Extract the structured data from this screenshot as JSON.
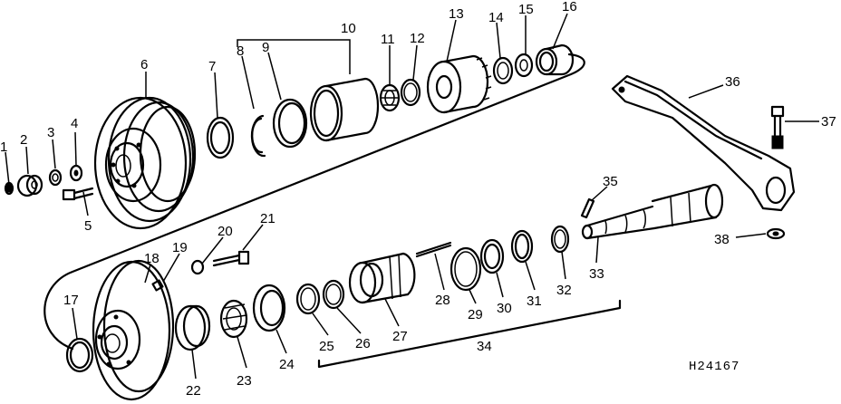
{
  "figure": {
    "reference_code": "H24167",
    "callouts": [
      "1",
      "2",
      "3",
      "4",
      "5",
      "6",
      "7",
      "8",
      "9",
      "10",
      "11",
      "12",
      "13",
      "14",
      "15",
      "16",
      "17",
      "18",
      "19",
      "20",
      "21",
      "22",
      "23",
      "24",
      "25",
      "26",
      "27",
      "28",
      "29",
      "30",
      "31",
      "32",
      "33",
      "34",
      "35",
      "36",
      "37",
      "38"
    ]
  }
}
